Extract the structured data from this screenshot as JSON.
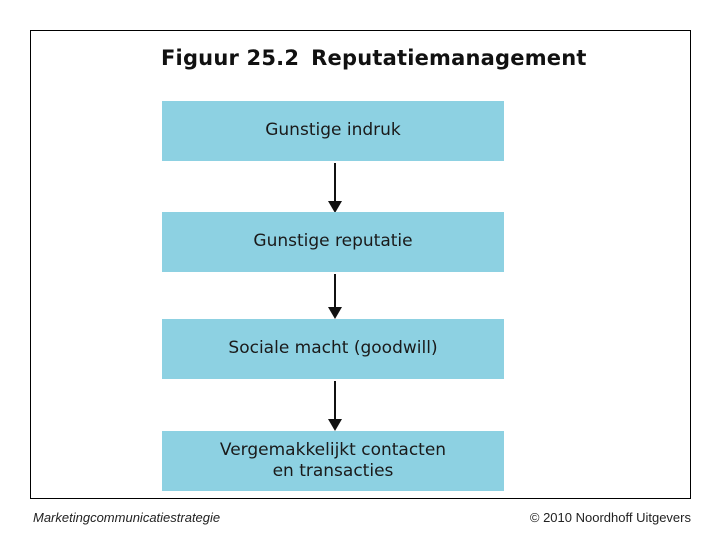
{
  "slide": {
    "title": {
      "number": "Figuur 25.2",
      "text": "Reputatiemanagement"
    },
    "diagram": {
      "type": "vertical-flow",
      "steps": [
        {
          "label": "Gunstige indruk"
        },
        {
          "label": "Gunstige reputatie"
        },
        {
          "label": "Sociale macht (goodwill)"
        },
        {
          "label": "Vergemakkelijkt contacten\nen transacties"
        }
      ],
      "connector": "down-arrow"
    },
    "footer": {
      "left": "Marketingcommunicatiestrategie",
      "right": "© 2010 Noordhoff Uitgevers"
    },
    "colors": {
      "box_fill": "#8DD1E2",
      "box_text": "#1A1A1A",
      "slide_border": "#000000",
      "arrow": "#111111"
    }
  }
}
